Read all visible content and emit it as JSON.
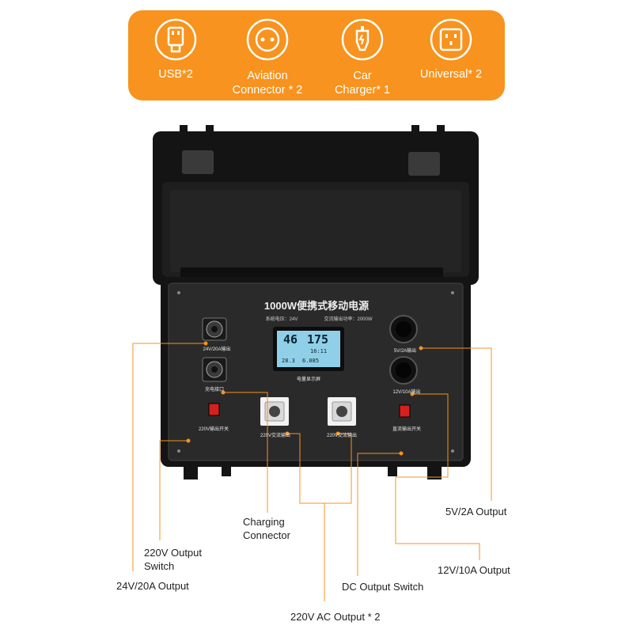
{
  "banner": {
    "color": "#f7931e",
    "features": [
      {
        "icon": "usb-icon",
        "label": "USB*2"
      },
      {
        "icon": "aviation-socket-icon",
        "label": "Aviation\nConnector * 2"
      },
      {
        "icon": "car-charger-icon",
        "label": "Car\nCharger* 1"
      },
      {
        "icon": "universal-socket-icon",
        "label": "Universal* 2"
      }
    ]
  },
  "panel": {
    "title": "1000W便携式移动电源",
    "spec_voltage": "系统电压：24V",
    "spec_power": "交流输出功率：2000W",
    "display": {
      "value1": "46",
      "value2": "175",
      "row2a": "",
      "row2b": "16:11",
      "row3a": "28.3",
      "row3b": "6.085"
    },
    "display_caption": "电量显示屏",
    "label_24v": "24V/20A输出",
    "label_charge_port": "充电接口",
    "label_220_switch": "220V输出开关",
    "label_ac_out1": "220V交流输出",
    "label_ac_out2": "220V交流输出",
    "label_5v": "5V/2A输出",
    "label_12v": "12V/10A输出",
    "label_dc_switch": "直流输出开关"
  },
  "callouts": {
    "charging_connector": "Charging\nConnector",
    "switch_220": "220V Output\nSwitch",
    "output_24v": "24V/20A Output",
    "ac_output": "220V AC Output * 2",
    "dc_switch": "DC Output Switch",
    "output_5v": "5V/2A Output",
    "output_12v": "12V/10A Output"
  },
  "colors": {
    "leader": "#f7931e",
    "case": "#1c1c1c",
    "panel": "#2a2a2a",
    "lcd": "#8fd0e8"
  }
}
